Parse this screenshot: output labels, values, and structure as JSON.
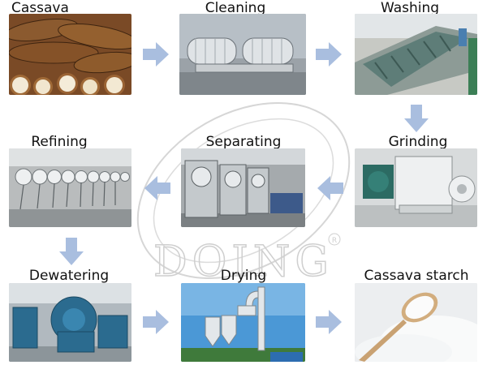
{
  "steps": {
    "s1": {
      "label": "Cassava",
      "image": "cassava-roots-photo"
    },
    "s2": {
      "label": "Cleaning",
      "image": "cleaning-drum-machine-photo"
    },
    "s3": {
      "label": "Washing",
      "image": "washing-tank-photo"
    },
    "s4": {
      "label": "Grinding",
      "image": "grinding-machine-photo"
    },
    "s5": {
      "label": "Separating",
      "image": "separating-machines-photo"
    },
    "s6": {
      "label": "Refining",
      "image": "refining-cyclone-row-photo"
    },
    "s7": {
      "label": "Dewatering",
      "image": "dewatering-centrifuge-photo"
    },
    "s8": {
      "label": "Drying",
      "image": "flash-dryer-tower-photo"
    },
    "s9": {
      "label": "Cassava starch",
      "image": "starch-powder-spoon-photo"
    }
  },
  "watermark": {
    "text": "DOING",
    "mark": "registered"
  },
  "colors": {
    "arrow": "#a9bedf",
    "label": "#111111",
    "watermark": "#cfcfcf"
  }
}
